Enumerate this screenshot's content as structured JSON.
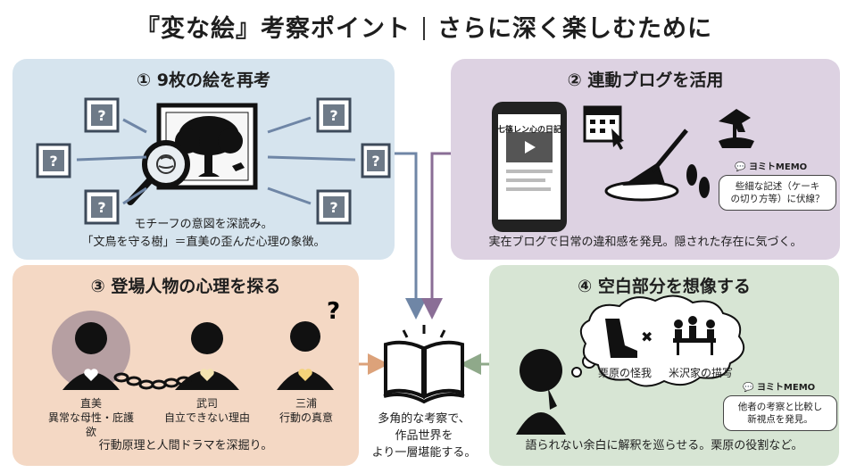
{
  "title": {
    "left": "『変な絵』考察ポイント",
    "right": "さらに深く楽しむために"
  },
  "panels": [
    {
      "heading": "① 9枚の絵を再考",
      "caption_lines": [
        "モチーフの意図を深読み。",
        "「文鳥を守る樹」＝直美の歪んだ心理の象徴。"
      ]
    },
    {
      "heading": "② 連動ブログを活用",
      "phone_text": "七篠レン心の日記",
      "memo_label": "ヨミトMEMO",
      "memo_lines": [
        "些細な記述（ケーキ",
        "の切り方等）に伏線？"
      ],
      "caption": "実在ブログで日常の違和感を発見。隠された存在に気づく。"
    },
    {
      "heading": "③ 登場人物の心理を探る",
      "characters": [
        {
          "name": "直美",
          "desc": "異常な母性・庇護欲"
        },
        {
          "name": "武司",
          "desc": "自立できない理由"
        },
        {
          "name": "三浦",
          "desc": "行動の真意"
        }
      ],
      "caption": "行動原理と人間ドラマを深掘り。"
    },
    {
      "heading": "④ 空白部分を想像する",
      "bubble_labels": [
        "栗原の怪我",
        "米沢家の描写"
      ],
      "memo_label": "ヨミトMEMO",
      "memo_lines": [
        "他者の考察と比較し",
        "新視点を発見。"
      ],
      "caption": "語られない余白に解釈を巡らせる。栗原の役割など。"
    }
  ],
  "center_lines": [
    "多角的な考察で、",
    "作品世界を",
    "より一層堪能する。"
  ],
  "colors": {
    "p1": "#d6e4ee",
    "p2": "#ddd2e2",
    "p3": "#f4d8c4",
    "p4": "#d7e5d4",
    "arrow_blue": "#6f86a6",
    "arrow_purple": "#8a6e96",
    "arrow_orange": "#dca27a",
    "arrow_green": "#8fa98a"
  },
  "icons": [
    "question-portrait-icon",
    "tree-frame-icon",
    "magnifier-brain-icon",
    "smartphone-icon",
    "calendar-icon",
    "cake-knife-icon",
    "footprint-icon",
    "tree-figure-icon",
    "chat-icon",
    "open-book-icon",
    "thinking-head-icon",
    "heart-icon",
    "chain-icon"
  ]
}
